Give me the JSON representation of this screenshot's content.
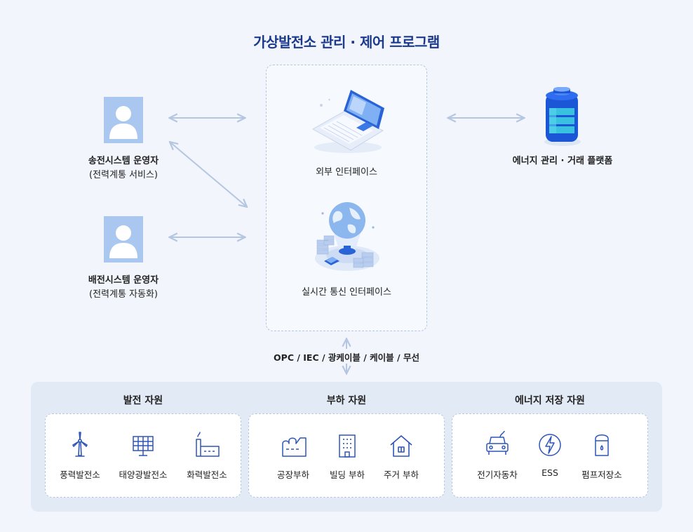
{
  "title": "가상발전소 관리 · 제어 프로그램",
  "operators": {
    "transmission": {
      "line1": "송전시스템 운영자",
      "line2": "(전력계통 서비스)"
    },
    "distribution": {
      "line1": "배전시스템 운영자",
      "line2": "(전력계통 자동화)"
    }
  },
  "center": {
    "external": "외부 인터페이스",
    "realtime": "실시간 통신 인터페이스"
  },
  "platform": "에너지 관리 · 거래 플랫폼",
  "protocols": "OPC / IEC / 광케이블 / 케이블 / 무선",
  "groups": {
    "generation": {
      "title": "발전 자원",
      "items": [
        "풍력발전소",
        "태양광발전소",
        "화력발전소"
      ]
    },
    "load": {
      "title": "부하 자원",
      "items": [
        "공장부하",
        "빌딩 부하",
        "주거 부하"
      ]
    },
    "storage": {
      "title": "에너지 저장 자원",
      "items": [
        "전기자동차",
        "ESS",
        "펌프저장소"
      ]
    }
  },
  "colors": {
    "title": "#1b3a8c",
    "icon": "#2e55b8",
    "arrow": "#b5c6e0",
    "avatar": "#a9c7ef",
    "battery": "#1a56d6"
  }
}
